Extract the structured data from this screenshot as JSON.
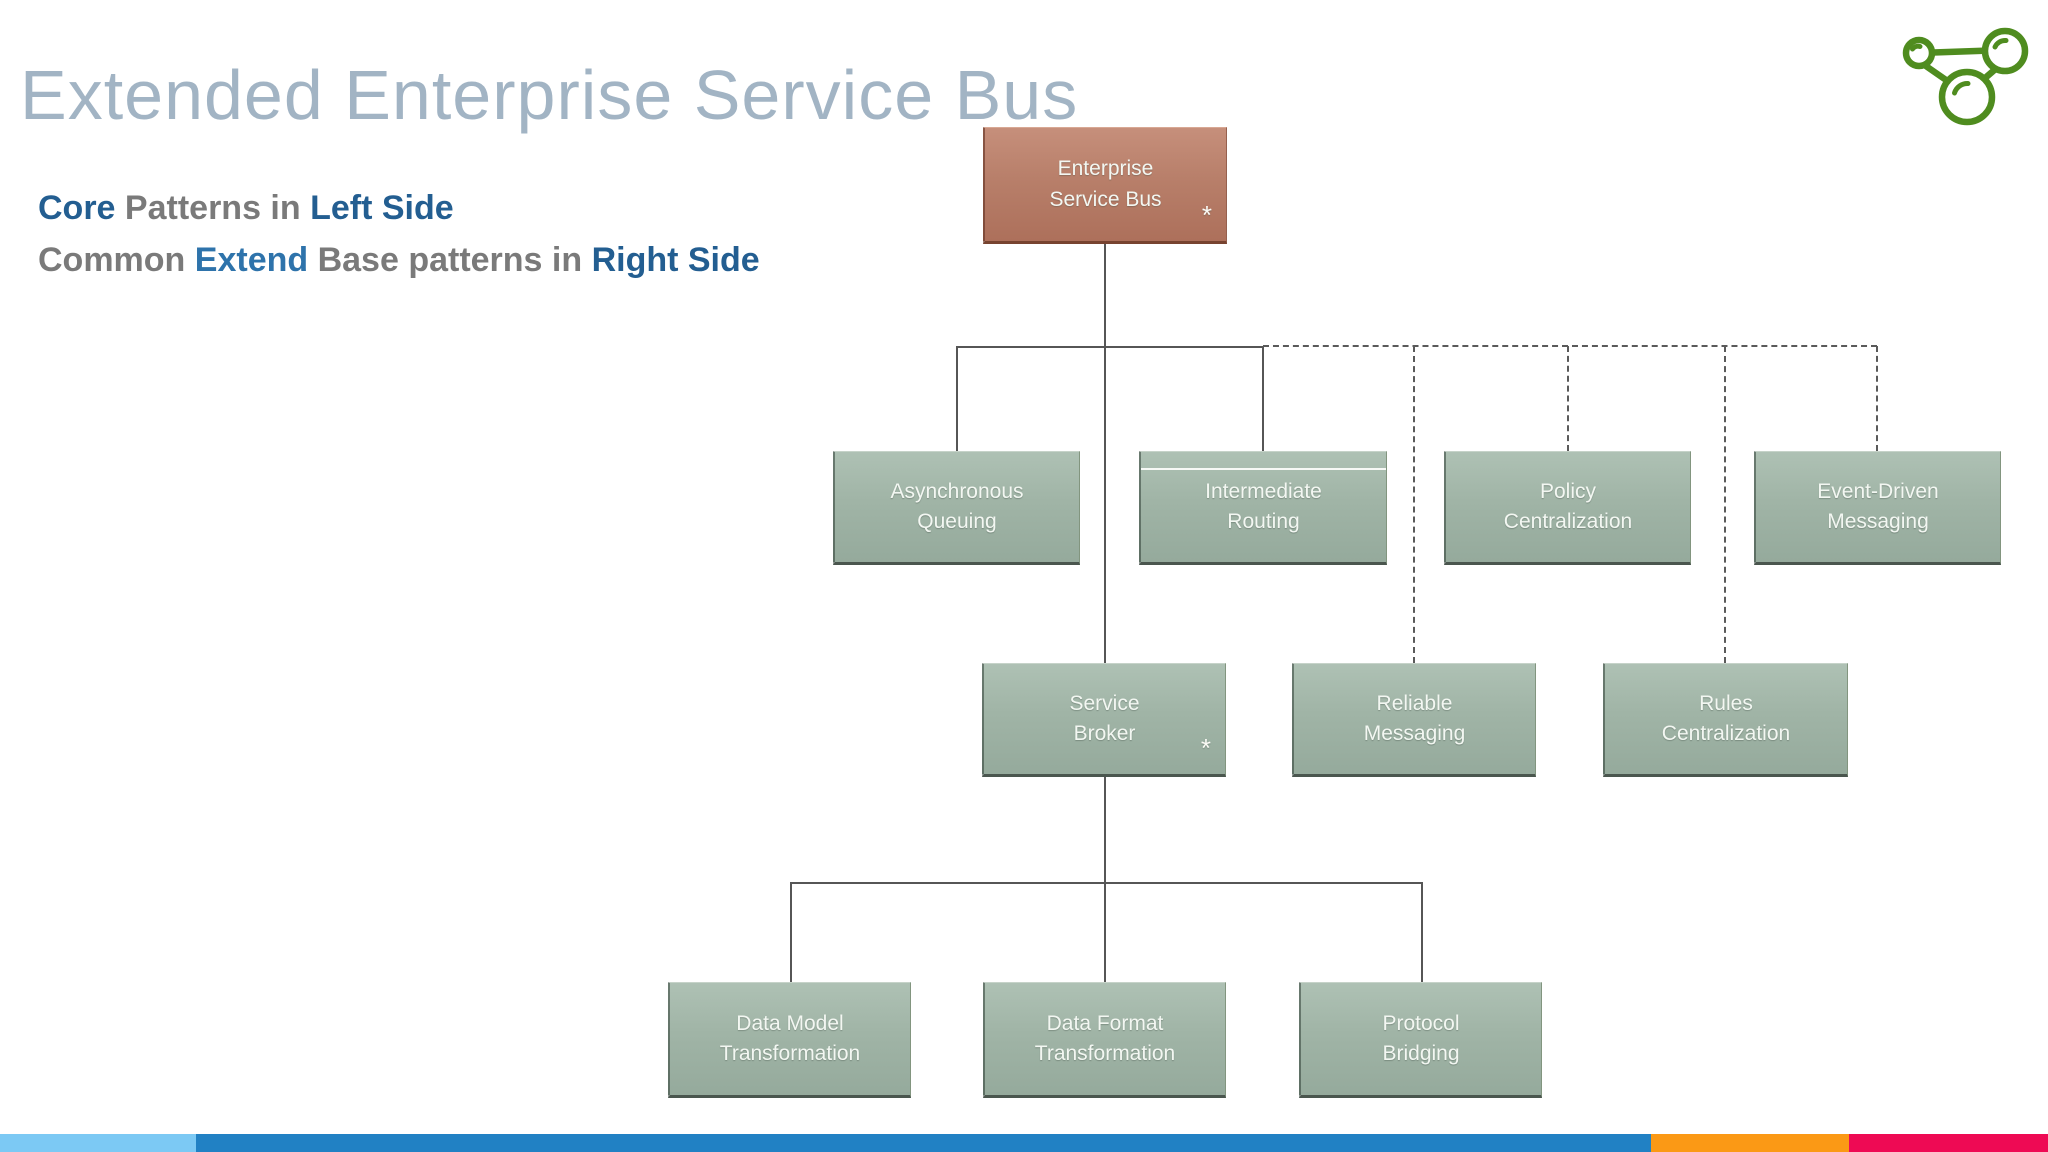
{
  "header": {
    "title": "Extended Enterprise Service Bus",
    "subtitle": {
      "l1s1": "Core ",
      "l1s2": "Patterns in ",
      "l1s3": "Left Side",
      "l2s1": "Common ",
      "l2s2": "Extend ",
      "l2s3": "Base patterns in ",
      "l2s4": "Right Side"
    }
  },
  "logo": {
    "name": "network-molecule-logo",
    "color": "#4f8c1f"
  },
  "diagram": {
    "nodes": {
      "esb": {
        "label": "Enterprise\nService Bus",
        "marker": "*",
        "style": "red"
      },
      "aq": {
        "label": "Asynchronous\nQueuing",
        "style": "green"
      },
      "ir": {
        "label": "Intermediate\nRouting",
        "style": "green"
      },
      "pc": {
        "label": "Policy\nCentralization",
        "style": "green"
      },
      "edm": {
        "label": "Event-Driven\nMessaging",
        "style": "green"
      },
      "sb": {
        "label": "Service\nBroker",
        "marker": "*",
        "style": "green"
      },
      "rm": {
        "label": "Reliable\nMessaging",
        "style": "green"
      },
      "rc": {
        "label": "Rules\nCentralization",
        "style": "green"
      },
      "dmt": {
        "label": "Data Model\nTransformation",
        "style": "green"
      },
      "dft": {
        "label": "Data Format\nTransformation",
        "style": "green"
      },
      "pb": {
        "label": "Protocol\nBridging",
        "style": "green"
      }
    },
    "connections": [
      {
        "from": "esb",
        "to": "aq",
        "line": "solid"
      },
      {
        "from": "esb",
        "to": "ir",
        "line": "solid"
      },
      {
        "from": "esb",
        "to": "sb",
        "line": "solid"
      },
      {
        "from": "esb",
        "to": "pc",
        "line": "dashed"
      },
      {
        "from": "esb",
        "to": "edm",
        "line": "dashed"
      },
      {
        "from": "esb",
        "to": "rm",
        "line": "dashed"
      },
      {
        "from": "esb",
        "to": "rc",
        "line": "dashed"
      },
      {
        "from": "sb",
        "to": "dmt",
        "line": "solid"
      },
      {
        "from": "sb",
        "to": "dft",
        "line": "solid"
      },
      {
        "from": "sb",
        "to": "pb",
        "line": "solid"
      }
    ]
  },
  "theme": {
    "title_color": "#a2b4c4",
    "accent_blue": "#235e91",
    "accent_blue_light": "#2e73ab",
    "text_gray": "#7a7a7a",
    "node_green": "#a0b4a6",
    "node_red": "#b87f6a",
    "connector_gray": "#565656"
  },
  "footer": {
    "segments": [
      {
        "name": "light-blue",
        "color": "#7cc9f4"
      },
      {
        "name": "blue",
        "color": "#2181c4"
      },
      {
        "name": "orange",
        "color": "#fb9915"
      },
      {
        "name": "crimson",
        "color": "#ee0a54"
      }
    ]
  }
}
